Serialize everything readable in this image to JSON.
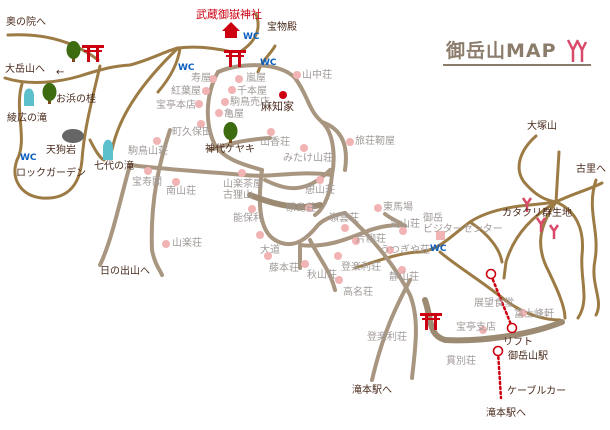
{
  "map": {
    "title": "御岳山MAP",
    "colors": {
      "trail": "#9c7b45",
      "road": "#a89680",
      "shrine": "#cc0011",
      "wc": "#0a5fc0",
      "lodging_dot": "#f1b3b3",
      "cable": "#cc0011",
      "tree": "#3d6b10",
      "waterfall": "#5bbfcc",
      "rock": "#666666"
    },
    "landmarks": {
      "shrine": "武蔵御嶽神社",
      "treasure_hall": "宝物殿",
      "machiya": "麻知家",
      "jindai_keyaki": "神代ケヤキ",
      "ohama_katsura": "お浜の桂",
      "ayahiro_falls": "綾広の滝",
      "tengu_rock": "天狗岩",
      "rock_garden": "ロックガーデン",
      "nanayo_falls": "七代の滝",
      "otsukayama": "大塚山",
      "katakuri": "カタクリ群生地",
      "visitor_center_1": "御岳",
      "visitor_center_2": "ビジターセンター",
      "lift": "リフト",
      "mitakesan_station": "御岳山駅",
      "cable_car": "ケーブルカー"
    },
    "directions": {
      "okunoin": "奥の院へ",
      "odake": "大岳山へ",
      "odake_arrow": "←",
      "hinodeyama": "日の出山へ",
      "komori": "古里へ",
      "takimoto_1": "滝本駅へ",
      "takimoto_2": "滝本駅へ"
    },
    "wc_label": "WC",
    "lodgings": [
      "寿屋",
      "嵐屋",
      "紅葉屋",
      "千本屋",
      "宝亭本店",
      "駒鳥売店",
      "亀屋",
      "町久保田",
      "山香荘",
      "山中荘",
      "旅荘靭屋",
      "みたけ山荘",
      "駒鳥山荘",
      "宝寿閣",
      "南山荘",
      "山楽茶屋",
      "古狸山",
      "能保利",
      "憩山荘",
      "原島荘",
      "東馬場",
      "丸山荘",
      "嶺雲荘",
      "片柳荘",
      "うつぎや荘",
      "大道",
      "藤本荘",
      "秋山荘",
      "登楽利荘",
      "静山荘",
      "高名荘",
      "山楽荘",
      "展望食堂",
      "富士峰軒",
      "宝亭支店",
      "貫別荘",
      "登楽利荘"
    ]
  }
}
